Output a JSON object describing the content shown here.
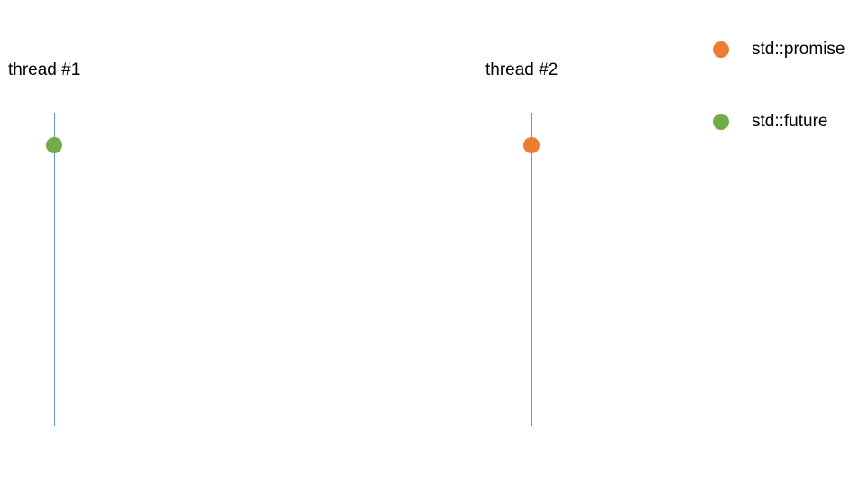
{
  "threads": [
    {
      "label": "thread #1",
      "marker": "future"
    },
    {
      "label": "thread #2",
      "marker": "promise"
    }
  ],
  "legend": [
    {
      "key": "promise",
      "label": "std::promise",
      "color": "#ed7d31"
    },
    {
      "key": "future",
      "label": "std::future",
      "color": "#70ad47"
    }
  ],
  "colors": {
    "timeline": "#5b9bd5",
    "promise": "#ed7d31",
    "future": "#70ad47"
  }
}
